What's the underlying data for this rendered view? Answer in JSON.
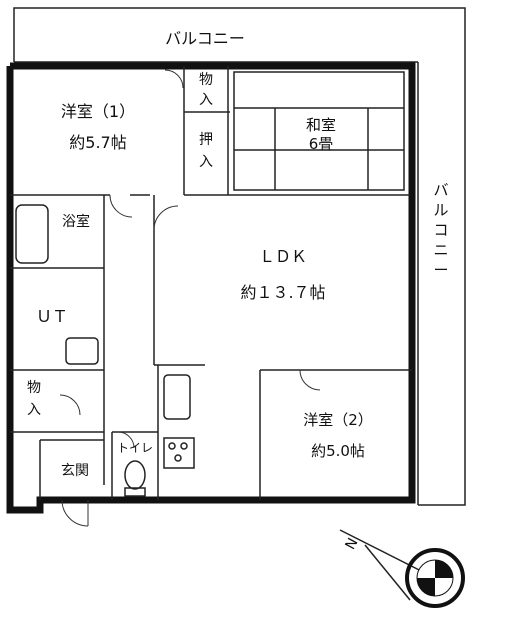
{
  "rooms": {
    "balcony_top": "バルコニー",
    "balcony_right": [
      "バ",
      "ル",
      "コ",
      "ニ",
      "ー"
    ],
    "western1_name": "洋室（1）",
    "western1_size": "約5.7帖",
    "storage_top": [
      "物",
      "入"
    ],
    "closet": [
      "押",
      "入"
    ],
    "japanese_name": "和室",
    "japanese_size": "6畳",
    "bath": "浴室",
    "ut": "ＵＴ",
    "ldk_name": "ＬＤＫ",
    "ldk_size": "約１３.７帖",
    "storage_left": [
      "物",
      "入"
    ],
    "entrance": "玄関",
    "toilet": "トイレ",
    "western2_name": "洋室（2）",
    "western2_size": "約5.0帖"
  },
  "compass": {
    "label": "N"
  },
  "colors": {
    "ink": "#111111",
    "background": "#ffffff"
  }
}
